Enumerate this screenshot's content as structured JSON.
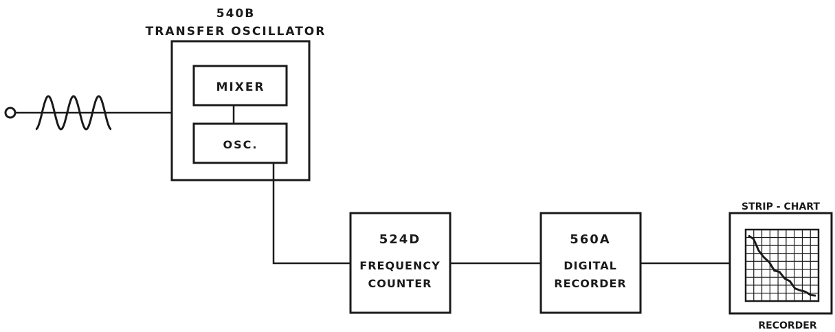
{
  "transfer_oscillator": {
    "model": "540B",
    "name": "TRANSFER OSCILLATOR",
    "mixer_label": "MIXER",
    "osc_label": "OSC."
  },
  "frequency_counter": {
    "model": "524D",
    "line1": "FREQUENCY",
    "line2": "COUNTER"
  },
  "digital_recorder": {
    "model": "560A",
    "line1": "DIGITAL",
    "line2": "RECORDER"
  },
  "strip_chart": {
    "title": "STRIP - CHART",
    "caption": "RECORDER"
  },
  "input_signal": {
    "icon": "sine-wave-icon",
    "cycles": 3
  },
  "chart_trace": {
    "icon": "strip-chart-trace",
    "values": [
      0.95,
      0.9,
      0.72,
      0.62,
      0.55,
      0.42,
      0.4,
      0.3,
      0.26,
      0.15,
      0.12,
      0.1,
      0.05,
      0.04
    ]
  },
  "colors": {
    "ink": "#1a1a1a",
    "paper": "#ffffff"
  }
}
